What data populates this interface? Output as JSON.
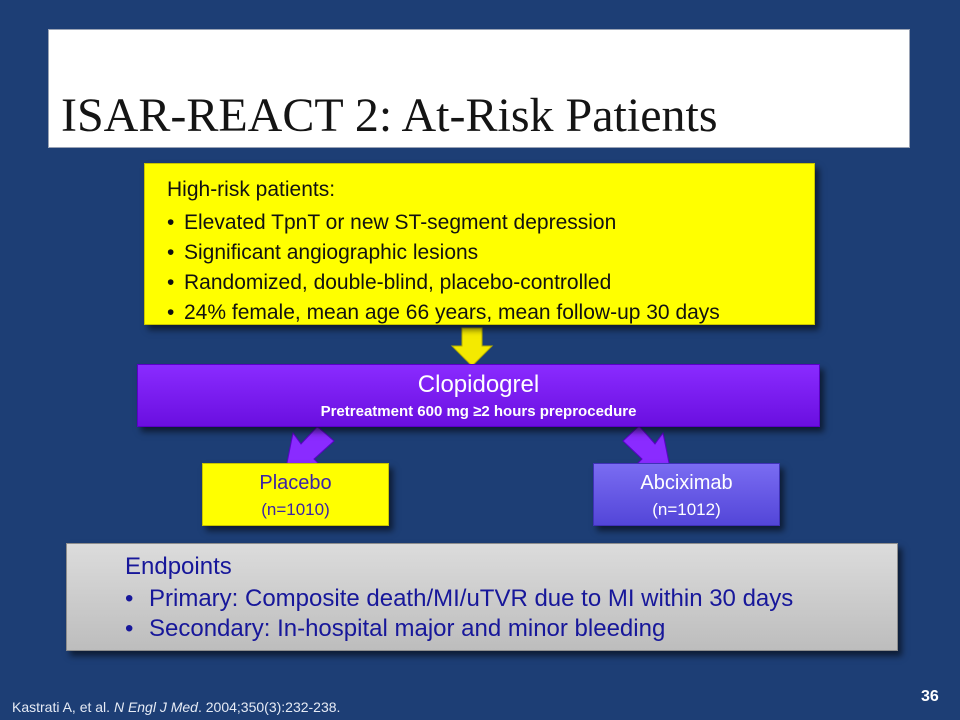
{
  "slide": {
    "title": "ISAR-REACT 2: At-Risk Patients",
    "criteria": {
      "heading": "High-risk patients:",
      "items": [
        "Elevated TpnT or new ST-segment depression",
        "Significant angiographic lesions",
        "Randomized, double-blind, placebo-controlled",
        "24% female, mean age 66 years, mean follow-up 30 days"
      ]
    },
    "treatment": {
      "title": "Clopidogrel",
      "subtitle": "Pretreatment 600 mg ≥2 hours preprocedure"
    },
    "arms": [
      {
        "name": "Placebo",
        "n": "(n=1010)"
      },
      {
        "name": "Abciximab",
        "n": "(n=1012)"
      }
    ],
    "endpoints": {
      "heading": "Endpoints",
      "items": [
        "Primary: Composite death/MI/uTVR due to MI within 30 days",
        "Secondary: In-hospital major and minor bleeding"
      ]
    },
    "citation": {
      "authors": "Kastrati A, et al. ",
      "journal": "N Engl J Med",
      "details": ". 2004;350(3):232-238."
    },
    "page_number": "36"
  },
  "colors": {
    "background": "#1d3e75",
    "criteria_fill": "#ffff00",
    "treatment_fill": "#7b1ff2",
    "placebo_fill": "#ffff00",
    "abciximab_fill": "#6357e6",
    "endpoints_fill": "#cfcfcf",
    "arrow_yellow": "#f4ea00",
    "arrow_purple": "#8a2bff"
  }
}
